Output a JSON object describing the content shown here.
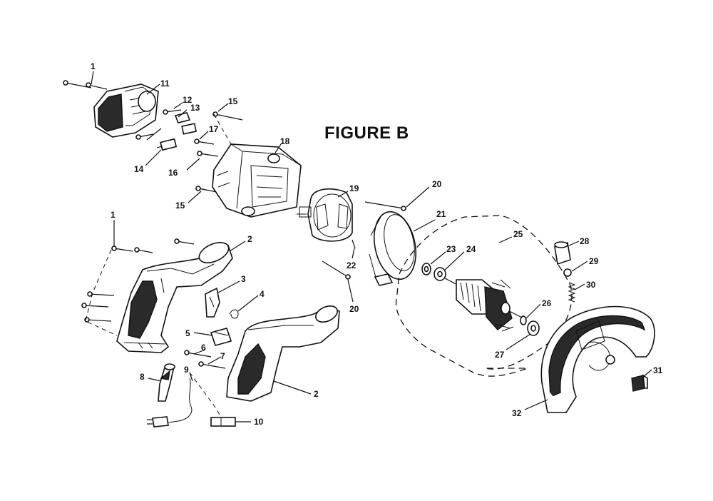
{
  "figure": {
    "title": "FIGURE B"
  },
  "callouts": [
    {
      "id": "c1a",
      "label": "1"
    },
    {
      "id": "c11",
      "label": "11"
    },
    {
      "id": "c12",
      "label": "12"
    },
    {
      "id": "c13",
      "label": "13"
    },
    {
      "id": "c15a",
      "label": "15"
    },
    {
      "id": "c17",
      "label": "17"
    },
    {
      "id": "c18",
      "label": "18"
    },
    {
      "id": "c14",
      "label": "14"
    },
    {
      "id": "c16",
      "label": "16"
    },
    {
      "id": "c15b",
      "label": "15"
    },
    {
      "id": "c19",
      "label": "19"
    },
    {
      "id": "c20a",
      "label": "20"
    },
    {
      "id": "c21",
      "label": "21"
    },
    {
      "id": "c22",
      "label": "22"
    },
    {
      "id": "c20b",
      "label": "20"
    },
    {
      "id": "c23",
      "label": "23"
    },
    {
      "id": "c24",
      "label": "24"
    },
    {
      "id": "c25",
      "label": "25"
    },
    {
      "id": "c28",
      "label": "28"
    },
    {
      "id": "c29",
      "label": "29"
    },
    {
      "id": "c30",
      "label": "30"
    },
    {
      "id": "c26",
      "label": "26"
    },
    {
      "id": "c27",
      "label": "27"
    },
    {
      "id": "c31",
      "label": "31"
    },
    {
      "id": "c32",
      "label": "32"
    },
    {
      "id": "c1b",
      "label": "1"
    },
    {
      "id": "c2a",
      "label": "2"
    },
    {
      "id": "c3",
      "label": "3"
    },
    {
      "id": "c4",
      "label": "4"
    },
    {
      "id": "c5",
      "label": "5"
    },
    {
      "id": "c6",
      "label": "6"
    },
    {
      "id": "c7",
      "label": "7"
    },
    {
      "id": "c2b",
      "label": "2"
    },
    {
      "id": "c8",
      "label": "8"
    },
    {
      "id": "c9",
      "label": "9"
    },
    {
      "id": "c10",
      "label": "10"
    }
  ]
}
